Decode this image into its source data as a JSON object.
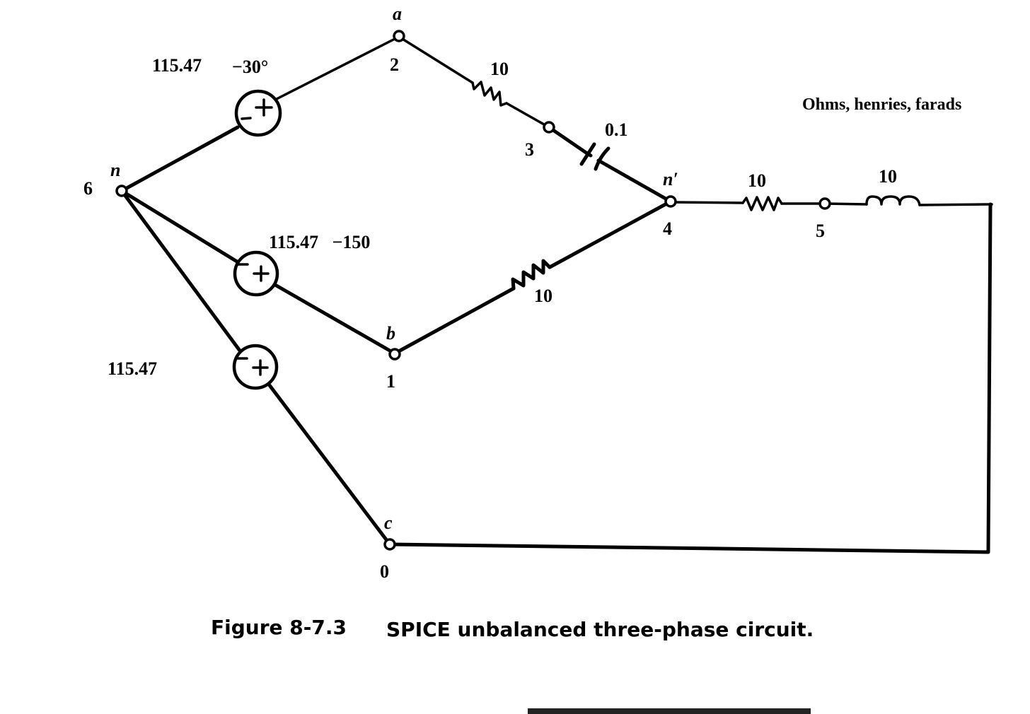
{
  "units_note": "Ohms, henries, farads",
  "nodes": {
    "n_letter": "n",
    "n_number": "6",
    "a_letter": "a",
    "a_number": "2",
    "three": "3",
    "np_letter": "n′",
    "np_number": "4",
    "five": "5",
    "b_letter": "b",
    "b_number": "1",
    "c_letter": "c",
    "c_number": "0"
  },
  "sources": {
    "va_mag": "115.47",
    "va_phase": "−30°",
    "vb_label": "115.47   −150",
    "vc_mag": "115.47"
  },
  "components": {
    "r_a": "10",
    "c_a": "0.1",
    "r_b": "10",
    "r_n": "10",
    "l_n": "10"
  },
  "caption": {
    "number": "Figure 8-7.3",
    "text": "SPICE unbalanced three-phase circuit."
  }
}
